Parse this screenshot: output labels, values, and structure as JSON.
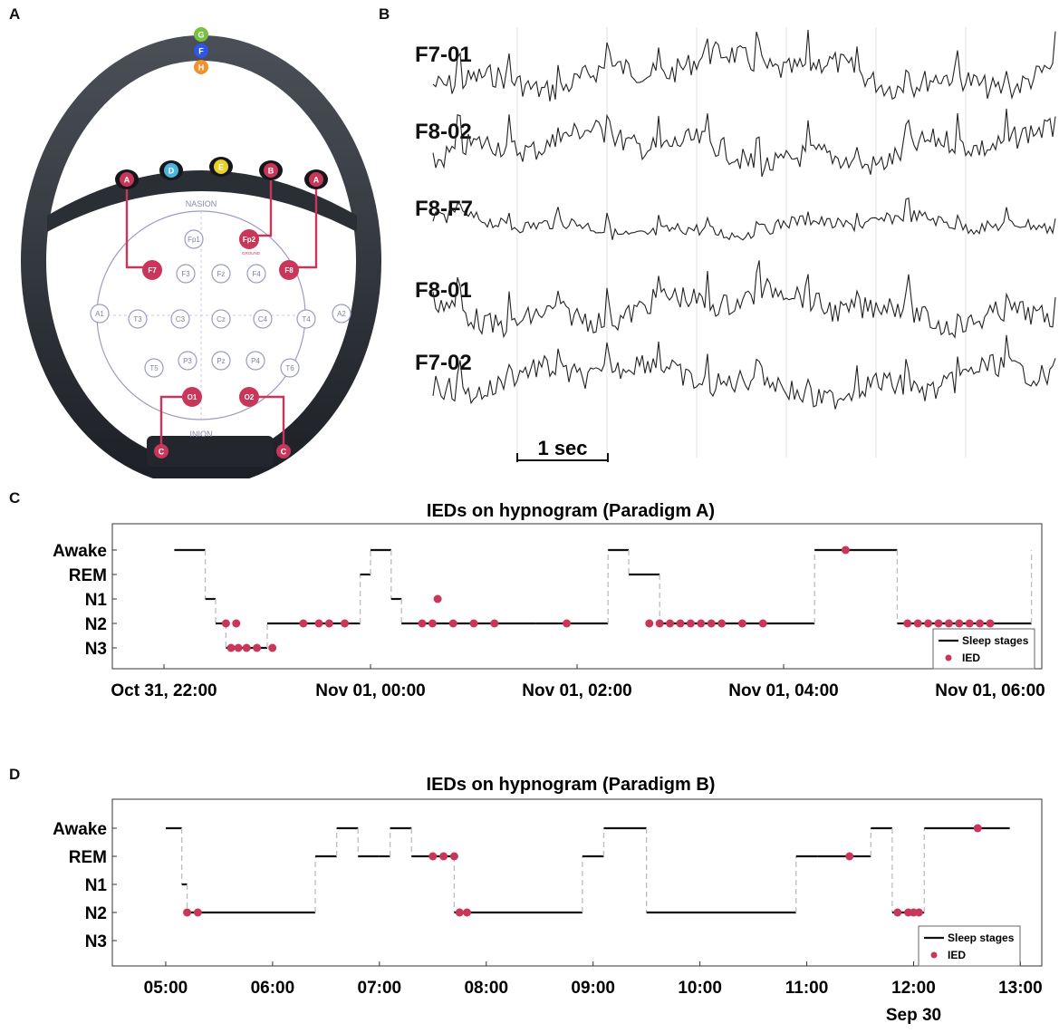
{
  "panel_letters": {
    "a": "A",
    "b": "B",
    "c": "C",
    "d": "D"
  },
  "headset": {
    "nasion": "NASION",
    "inion": "INION",
    "ground": "GROUND",
    "top_dots": [
      {
        "label": "G",
        "color": "#79c140"
      },
      {
        "label": "F",
        "color": "#2e55e6"
      },
      {
        "label": "H",
        "color": "#f2922e"
      }
    ],
    "band_dots": [
      {
        "label": "A",
        "color": "#c8365a"
      },
      {
        "label": "D",
        "color": "#4fb3e0"
      },
      {
        "label": "E",
        "color": "#e8d12a"
      },
      {
        "label": "B",
        "color": "#c8365a"
      },
      {
        "label": "A",
        "color": "#c8365a"
      }
    ],
    "clip_labels": [
      "C",
      "C"
    ],
    "active_electrodes": [
      "F7",
      "Fp2",
      "F8",
      "O1",
      "O2"
    ],
    "electrodes": [
      "Fp1",
      "F3",
      "Fz",
      "F4",
      "A1",
      "T3",
      "C3",
      "Cz",
      "C4",
      "T4",
      "A2",
      "T5",
      "P3",
      "Pz",
      "P4",
      "T6"
    ]
  },
  "eeg": {
    "channels": [
      "F7-01",
      "F8-02",
      "F8-F7",
      "F8-01",
      "F7-02"
    ],
    "scale_label": "1 sec"
  },
  "colors": {
    "ied": "#c8365a",
    "stage_line": "#111111",
    "transition": "#bdbdbd"
  },
  "chart_data": [
    {
      "type": "line",
      "title": "IEDs on hypnogram (Paradigm A)",
      "y_categories": [
        "Awake",
        "REM",
        "N1",
        "N2",
        "N3"
      ],
      "x_tick_labels": [
        "Oct 31, 22:00",
        "Nov 01, 00:00",
        "Nov 01, 02:00",
        "Nov 01, 04:00",
        "Nov 01, 06:00"
      ],
      "xlim_hours": [
        21.5,
        30.5
      ],
      "legend": [
        "Sleep stages",
        "IED"
      ],
      "legend_position": "bottom-right",
      "stages": [
        [
          22.1,
          "Awake"
        ],
        [
          22.4,
          "N1"
        ],
        [
          22.5,
          "N2"
        ],
        [
          22.6,
          "N3"
        ],
        [
          23.0,
          "N2"
        ],
        [
          23.8,
          "N2"
        ],
        [
          23.9,
          "REM"
        ],
        [
          24.0,
          "Awake"
        ],
        [
          24.2,
          "N1"
        ],
        [
          24.3,
          "N2"
        ],
        [
          24.5,
          "N2"
        ],
        [
          25.0,
          "N2"
        ],
        [
          25.6,
          "N2"
        ],
        [
          26.3,
          "Awake"
        ],
        [
          26.5,
          "REM"
        ],
        [
          26.8,
          "N2"
        ],
        [
          27.0,
          "N2"
        ],
        [
          28.0,
          "N2"
        ],
        [
          28.3,
          "Awake"
        ],
        [
          29.1,
          "N2"
        ],
        [
          30.0,
          "N2"
        ],
        [
          30.4,
          "Awake"
        ]
      ],
      "ied_points": [
        [
          22.6,
          "N2"
        ],
        [
          22.7,
          "N2"
        ],
        [
          22.65,
          "N3"
        ],
        [
          22.72,
          "N3"
        ],
        [
          22.8,
          "N3"
        ],
        [
          22.9,
          "N3"
        ],
        [
          23.05,
          "N3"
        ],
        [
          23.35,
          "N2"
        ],
        [
          23.5,
          "N2"
        ],
        [
          23.6,
          "N2"
        ],
        [
          23.75,
          "N2"
        ],
        [
          24.5,
          "N2"
        ],
        [
          24.6,
          "N2"
        ],
        [
          24.65,
          "N1"
        ],
        [
          24.8,
          "N2"
        ],
        [
          25.0,
          "N2"
        ],
        [
          25.2,
          "N2"
        ],
        [
          25.9,
          "N2"
        ],
        [
          26.7,
          "N2"
        ],
        [
          26.8,
          "N2"
        ],
        [
          26.9,
          "N2"
        ],
        [
          27.0,
          "N2"
        ],
        [
          27.1,
          "N2"
        ],
        [
          27.2,
          "N2"
        ],
        [
          27.3,
          "N2"
        ],
        [
          27.4,
          "N2"
        ],
        [
          27.6,
          "N2"
        ],
        [
          27.8,
          "N2"
        ],
        [
          28.6,
          "Awake"
        ],
        [
          29.2,
          "N2"
        ],
        [
          29.3,
          "N2"
        ],
        [
          29.4,
          "N2"
        ],
        [
          29.5,
          "N2"
        ],
        [
          29.6,
          "N2"
        ],
        [
          29.7,
          "N2"
        ],
        [
          29.8,
          "N2"
        ],
        [
          29.9,
          "N2"
        ],
        [
          30.0,
          "N2"
        ]
      ]
    },
    {
      "type": "line",
      "title": "IEDs on hypnogram (Paradigm B)",
      "y_categories": [
        "Awake",
        "REM",
        "N1",
        "N2",
        "N3"
      ],
      "x_tick_labels": [
        "05:00",
        "06:00",
        "07:00",
        "08:00",
        "09:00",
        "10:00",
        "11:00",
        "12:00",
        "13:00"
      ],
      "x_sublabel": "Sep 30",
      "xlim_hours": [
        4.5,
        13.2
      ],
      "legend": [
        "Sleep stages",
        "IED"
      ],
      "legend_position": "bottom-right",
      "stages": [
        [
          5.0,
          "Awake"
        ],
        [
          5.15,
          "N1"
        ],
        [
          5.2,
          "N2"
        ],
        [
          6.4,
          "REM"
        ],
        [
          6.6,
          "Awake"
        ],
        [
          6.8,
          "REM"
        ],
        [
          7.0,
          "REM"
        ],
        [
          7.1,
          "Awake"
        ],
        [
          7.3,
          "REM"
        ],
        [
          7.7,
          "N2"
        ],
        [
          8.9,
          "REM"
        ],
        [
          9.1,
          "Awake"
        ],
        [
          9.5,
          "N2"
        ],
        [
          10.9,
          "REM"
        ],
        [
          11.1,
          "REM"
        ],
        [
          11.5,
          "REM"
        ],
        [
          11.6,
          "Awake"
        ],
        [
          11.8,
          "N2"
        ],
        [
          12.1,
          "Awake"
        ],
        [
          12.9,
          "Awake"
        ]
      ],
      "ied_points": [
        [
          5.2,
          "N2"
        ],
        [
          5.3,
          "N2"
        ],
        [
          7.5,
          "REM"
        ],
        [
          7.6,
          "REM"
        ],
        [
          7.7,
          "REM"
        ],
        [
          7.75,
          "N2"
        ],
        [
          7.82,
          "N2"
        ],
        [
          11.4,
          "REM"
        ],
        [
          11.85,
          "N2"
        ],
        [
          11.95,
          "N2"
        ],
        [
          12.0,
          "N2"
        ],
        [
          12.05,
          "N2"
        ],
        [
          12.6,
          "Awake"
        ]
      ]
    }
  ]
}
